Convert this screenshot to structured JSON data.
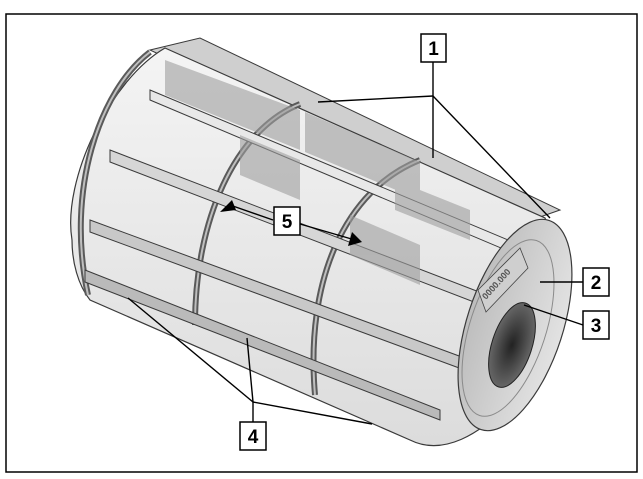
{
  "figure": {
    "description_labels": {
      "c1": "1",
      "c2": "2",
      "c3": "3",
      "c4": "4",
      "c5": "5"
    },
    "stamp_text": "0000.000"
  },
  "colors": {
    "frame": "#000000",
    "metal_light": "#e6e6e6",
    "metal_mid": "#c8c8c8",
    "metal_dark": "#8e8e8e",
    "outline": "#3a3a3a"
  }
}
